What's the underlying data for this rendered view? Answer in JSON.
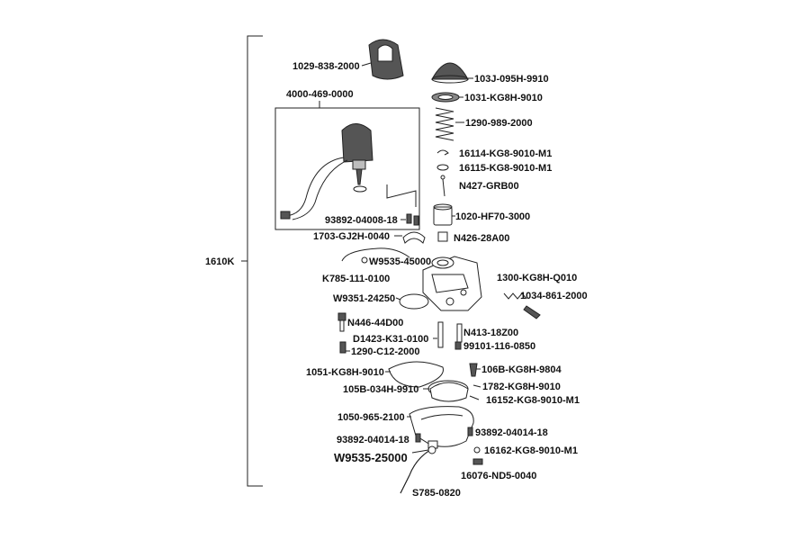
{
  "diagram": {
    "assembly_label": "1610K",
    "labels": {
      "p1029_838_2000": "1029-838-2000",
      "p4000_469_0000": "4000-469-0000",
      "p103J_095H_9910": "103J-095H-9910",
      "p1031_KG8H_9010": "1031-KG8H-9010",
      "p1290_989_2000": "1290-989-2000",
      "p16114_KG8_9010_M1": "16114-KG8-9010-M1",
      "p16115_KG8_9010_M1": "16115-KG8-9010-M1",
      "pN427_GRB00": "N427-GRB00",
      "p1020_HF70_3000": "1020-HF70-3000",
      "p93892_04008_18": "93892-04008-18",
      "p1703_GJ2H_0040": "1703-GJ2H-0040",
      "pN426_28A00": "N426-28A00",
      "pW9535_45000": "W9535-45000",
      "pK785_111_0100": "K785-111-0100",
      "p1300_KG8H_Q010": "1300-KG8H-Q010",
      "pW9351_24250": "W9351-24250",
      "p1034_861_2000": "1034-861-2000",
      "pN446_44D00": "N446-44D00",
      "pD1423_K31_0100": "D1423-K31-0100",
      "pN413_18Z00": "N413-18Z00",
      "p1290_C12_2000": "1290-C12-2000",
      "p99101_116_0850": "99101-116-0850",
      "p1051_KG8H_9010": "1051-KG8H-9010",
      "p106B_KG8H_9804": "106B-KG8H-9804",
      "p105B_034H_9910": "105B-034H-9910",
      "p1782_KG8H_9010": "1782-KG8H-9010",
      "p16152_KG8_9010_M1": "16152-KG8-9010-M1",
      "p1050_965_2100": "1050-965-2100",
      "p93892_04014_18_a": "93892-04014-18",
      "p93892_04014_18_b": "93892-04014-18",
      "pW9535_25000": "W9535-25000",
      "p16162_KG8_9010_M1": "16162-KG8-9010-M1",
      "p16076_ND5_0040": "16076-ND5-0040",
      "pS785_0820": "S785-0820"
    }
  }
}
